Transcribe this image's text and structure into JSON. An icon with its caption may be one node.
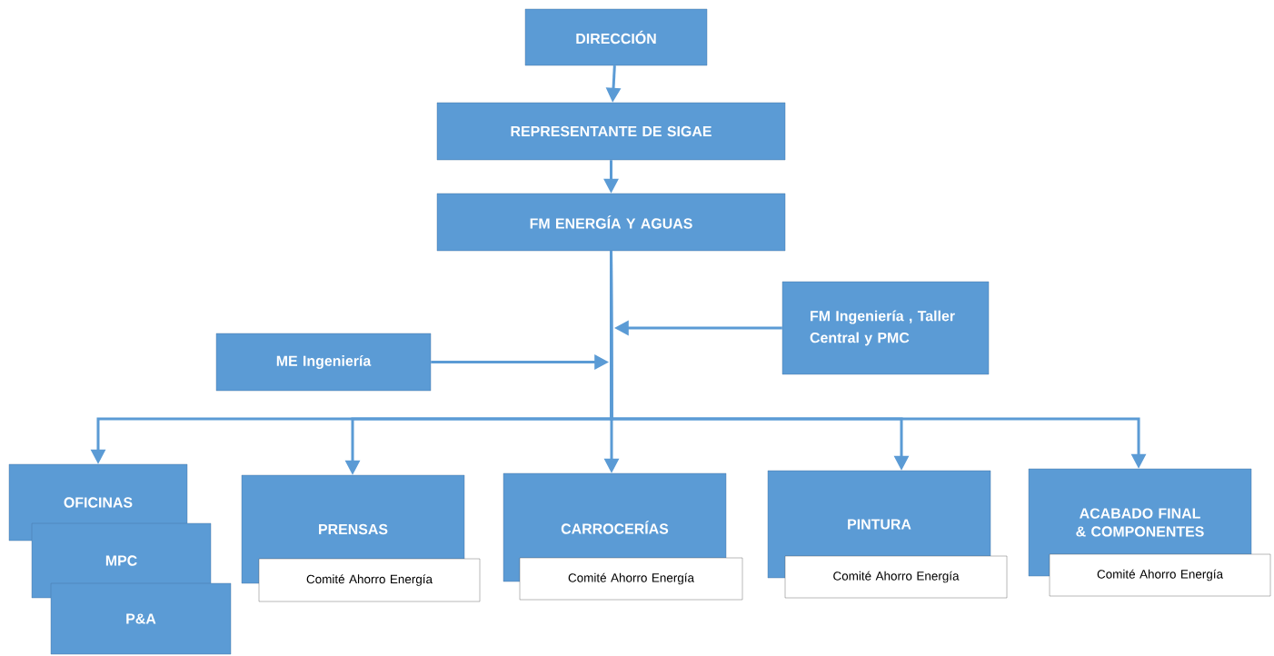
{
  "diagram": {
    "nodes": [
      {
        "text": [
          "DIRECCIÓN"
        ]
      },
      {
        "text": [
          "REPRESENTANTE DE SIGAE"
        ]
      },
      {
        "text": [
          "FM ENERGÍA Y AGUAS"
        ]
      },
      {
        "text": [
          "FM Ingeniería , Taller Central y PMC"
        ]
      },
      {
        "text": [
          "ME Ingeniería"
        ]
      },
      {
        "text": [
          "OFICINAS"
        ]
      },
      {
        "text": [
          "MPC"
        ]
      },
      {
        "text": [
          "P&A"
        ]
      },
      {
        "text": [
          "PRENSAS"
        ]
      },
      {
        "text": [
          "Comité Ahorro Energía"
        ]
      },
      {
        "text": [
          "CARROCERÍAS"
        ]
      },
      {
        "text": [
          "Comité Ahorro Energía"
        ]
      },
      {
        "text": [
          "PINTURA"
        ]
      },
      {
        "text": [
          "Comité Ahorro Energía"
        ]
      },
      {
        "text": [
          "ACABADO FINAL & COMPONENTES"
        ]
      },
      {
        "text": [
          "Comité Ahorro Energía"
        ]
      }
    ],
    "edges": [
      {
        "from": 0,
        "to": 1,
        "arrow": "to"
      },
      {
        "from": 1,
        "to": 2,
        "arrow": "to"
      },
      {
        "from": 3,
        "to": null,
        "arrow": "to"
      },
      {
        "from": 4,
        "to": null,
        "arrow": "to"
      },
      {
        "from": 2,
        "to": 5,
        "arrow": "to"
      },
      {
        "from": 2,
        "to": 8,
        "arrow": "to"
      },
      {
        "from": 2,
        "to": 10,
        "arrow": "to"
      },
      {
        "from": 2,
        "to": 12,
        "arrow": "to"
      },
      {
        "from": 2,
        "to": 14,
        "arrow": "to"
      }
    ]
  }
}
